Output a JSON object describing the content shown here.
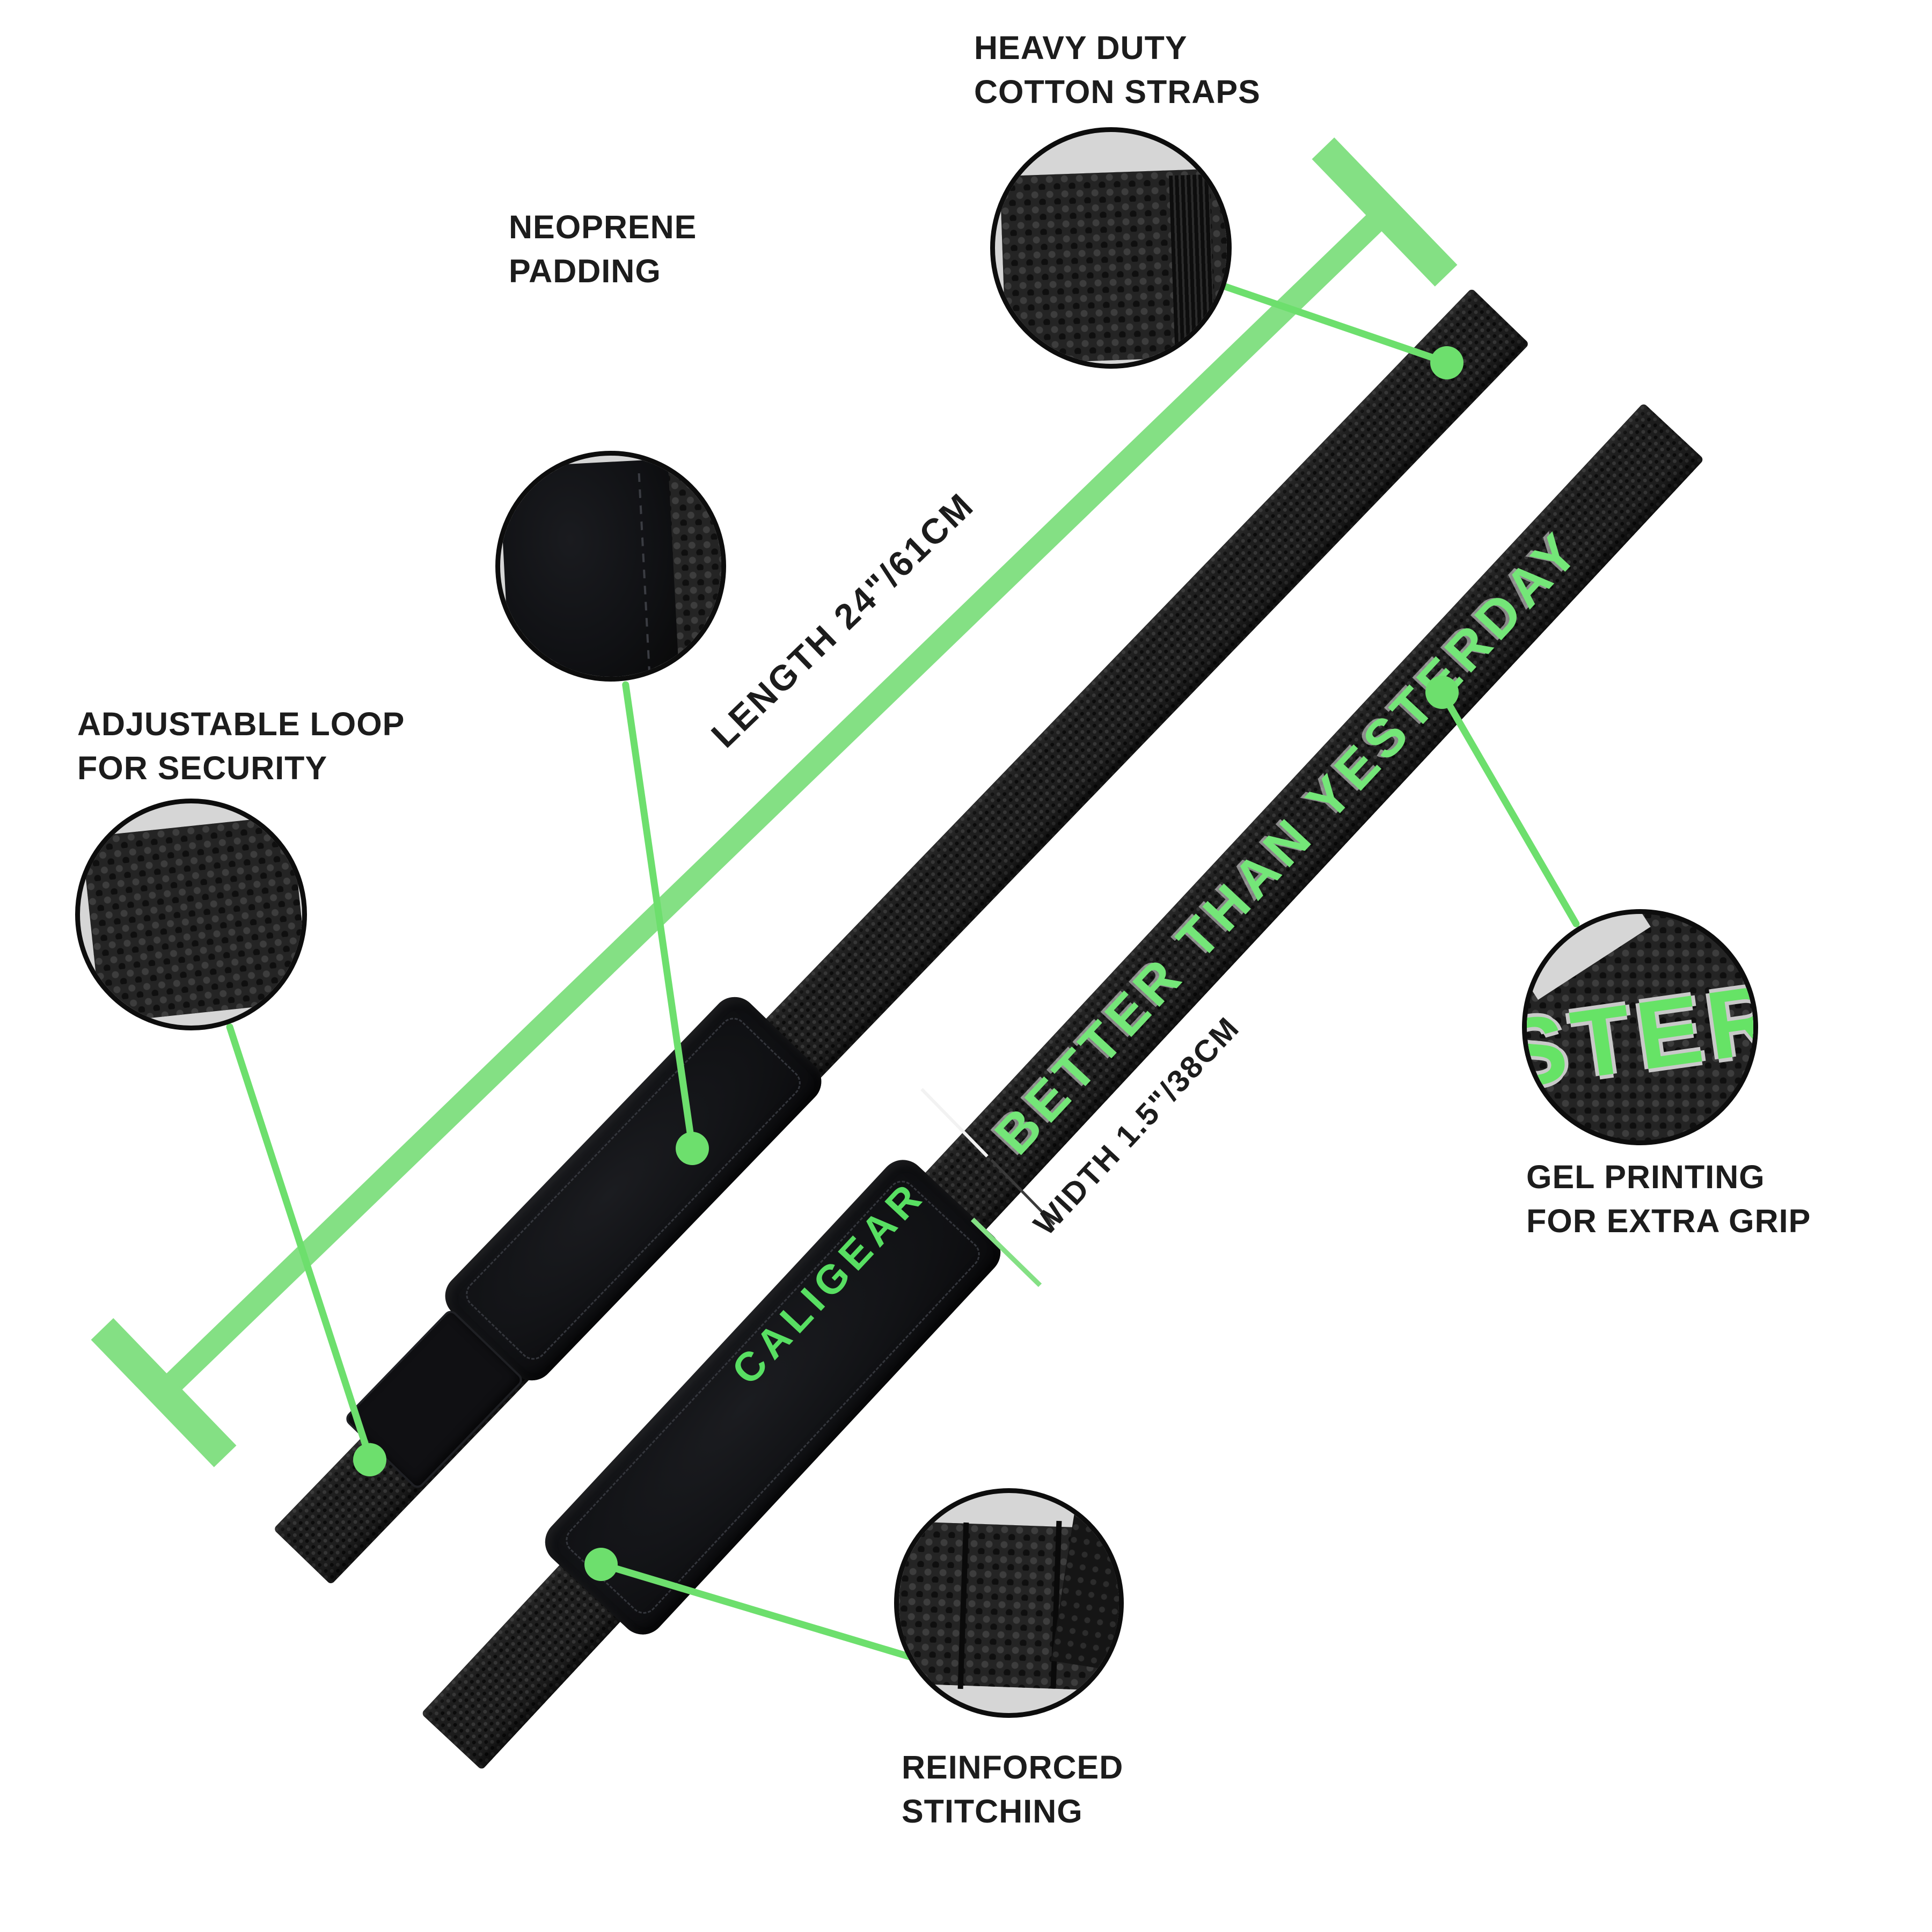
{
  "annotations": {
    "heavy_duty": {
      "line1": "HEAVY DUTY",
      "line2": "COTTON STRAPS"
    },
    "neoprene": {
      "line1": "NEOPRENE",
      "line2": "PADDING"
    },
    "adjustable": {
      "line1": "ADJUSTABLE LOOP",
      "line2": "FOR SECURITY"
    },
    "gel": {
      "line1": "GEL PRINTING",
      "line2": "FOR EXTRA GRIP"
    },
    "reinforced": {
      "line1": "REINFORCED",
      "line2": "STITCHING"
    }
  },
  "dimensions": {
    "length_label": "LENGTH 24\"/61CM",
    "width_label": "WIDTH 1.5\"/38CM"
  },
  "strap_texts": {
    "slogan": "BETTER THAN YESTERDAY",
    "brand": "CALIGEAR",
    "gel_inset_text": "STER"
  },
  "colors": {
    "accent_green": "#84e084",
    "connector_green": "#6ddf6d",
    "print_green": "#58df62",
    "slogan_green": "#74e678",
    "strap_black": "#1e1e1e",
    "inset_background": "#d6d6d6",
    "label_text": "#1c1c1c",
    "background": "#ffffff"
  }
}
